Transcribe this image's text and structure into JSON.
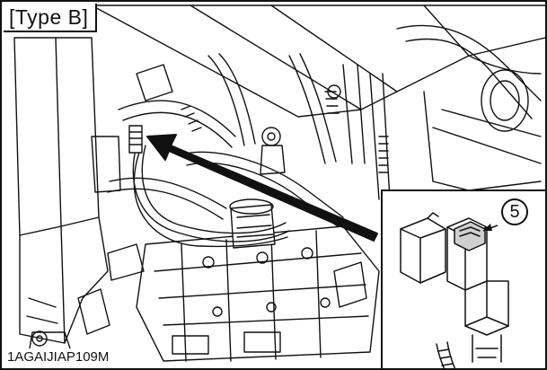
{
  "type_label": "[Type B]",
  "image_code": "1AGAIJIAP109M",
  "callout_number": "5",
  "colors": {
    "line": "#111111",
    "background": "#ffffff",
    "shade": "#cfcfcf"
  },
  "icons": {
    "arrow": "bold-arrow-icon",
    "connector": "connector-icon"
  }
}
